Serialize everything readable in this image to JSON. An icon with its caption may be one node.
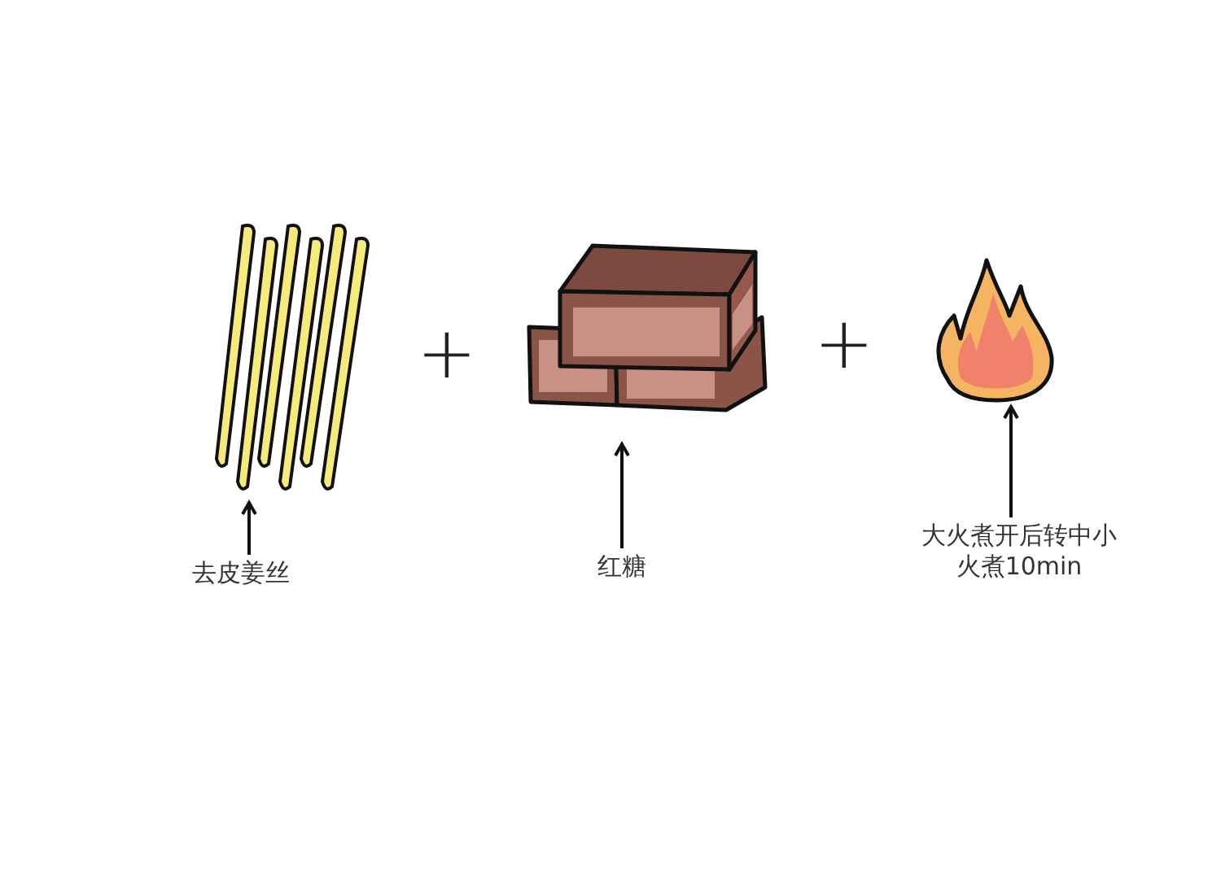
{
  "diagram": {
    "nodes": [
      {
        "text": [],
        "shape": "picture"
      },
      {
        "text": [],
        "shape": "picture"
      },
      {
        "text": [],
        "shape": "picture"
      },
      {
        "text": [
          "去皮姜丝"
        ]
      },
      {
        "text": [
          "红糖"
        ]
      },
      {
        "text": [
          "大火煮开后转中小火煮10min"
        ]
      }
    ],
    "edges": [
      {
        "from": 3,
        "to": 0,
        "arrow": "to"
      },
      {
        "from": 4,
        "to": 1,
        "arrow": "to"
      },
      {
        "from": 5,
        "to": 2,
        "arrow": "to"
      }
    ],
    "labels": [
      "+",
      "+"
    ]
  }
}
